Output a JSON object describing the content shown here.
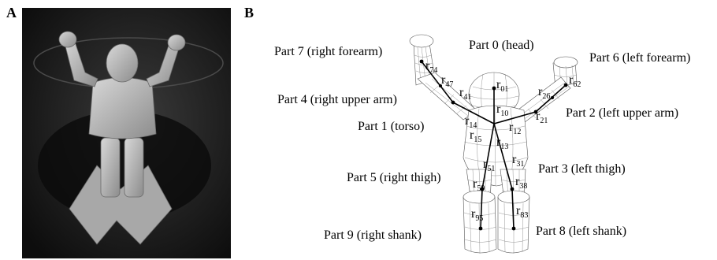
{
  "panels": {
    "a": {
      "letter": "A"
    },
    "b": {
      "letter": "B"
    }
  },
  "parts": [
    {
      "id": "part0",
      "label": "Part 0 (head)"
    },
    {
      "id": "part1",
      "label": "Part 1 (torso)"
    },
    {
      "id": "part2",
      "label": "Part 2 (left upper arm)"
    },
    {
      "id": "part3",
      "label": "Part 3 (left thigh)"
    },
    {
      "id": "part4",
      "label": "Part 4 (right upper arm)"
    },
    {
      "id": "part5",
      "label": "Part 5 (right thigh)"
    },
    {
      "id": "part6",
      "label": "Part 6 (left forearm)"
    },
    {
      "id": "part7",
      "label": "Part 7 (right forearm)"
    },
    {
      "id": "part8",
      "label": "Part 8 (left shank)"
    },
    {
      "id": "part9",
      "label": "Part 9 (right shank)"
    }
  ],
  "vectors": {
    "r_letter": "r",
    "r01": "01",
    "r10": "10",
    "r12": "12",
    "r21": "21",
    "r26": "26",
    "r62": "62",
    "r14": "14",
    "r41": "41",
    "r47": "47",
    "r74": "74",
    "r13": "13",
    "r31": "31",
    "r38": "38",
    "r83": "83",
    "r15": "15",
    "r51": "51",
    "r59": "59",
    "r95": "95"
  },
  "colors": {
    "photo_background": "#1a1a1a",
    "figurine": "#b5b5b5",
    "mesh_stroke": "#555555"
  }
}
